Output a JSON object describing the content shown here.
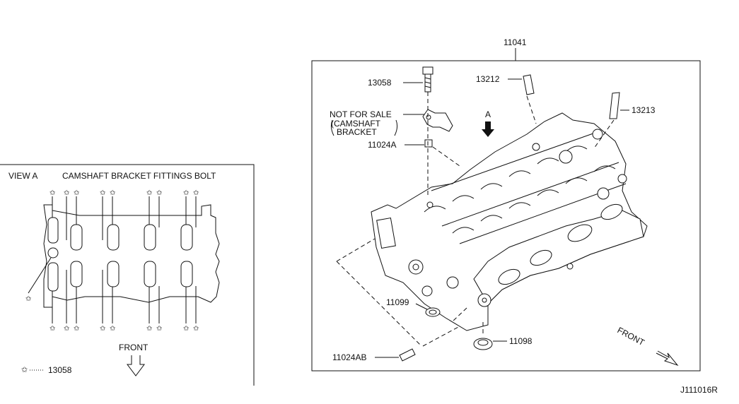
{
  "view_panel": {
    "title_view": "VIEW A",
    "title_desc": "CAMSHAFT BRACKET FITTINGS BOLT",
    "front_label": "FRONT",
    "legend_part": "13058"
  },
  "main_panel": {
    "frame_part_number": "11041",
    "arrow_label": "A",
    "front_label": "FRONT",
    "callouts": {
      "bolt": "13058",
      "dowel_top": "13212",
      "dowel_right": "13213",
      "not_for_sale": "NOT FOR SALE",
      "bracket_line1": "(CAMSHAFT",
      "bracket_line2": "BRACKET",
      "washer": "11024A",
      "seal": "11099",
      "plug": "11098",
      "pin": "11024AB"
    }
  },
  "diagram_id": "J111016R",
  "colors": {
    "line": "#111111",
    "background": "#ffffff"
  }
}
